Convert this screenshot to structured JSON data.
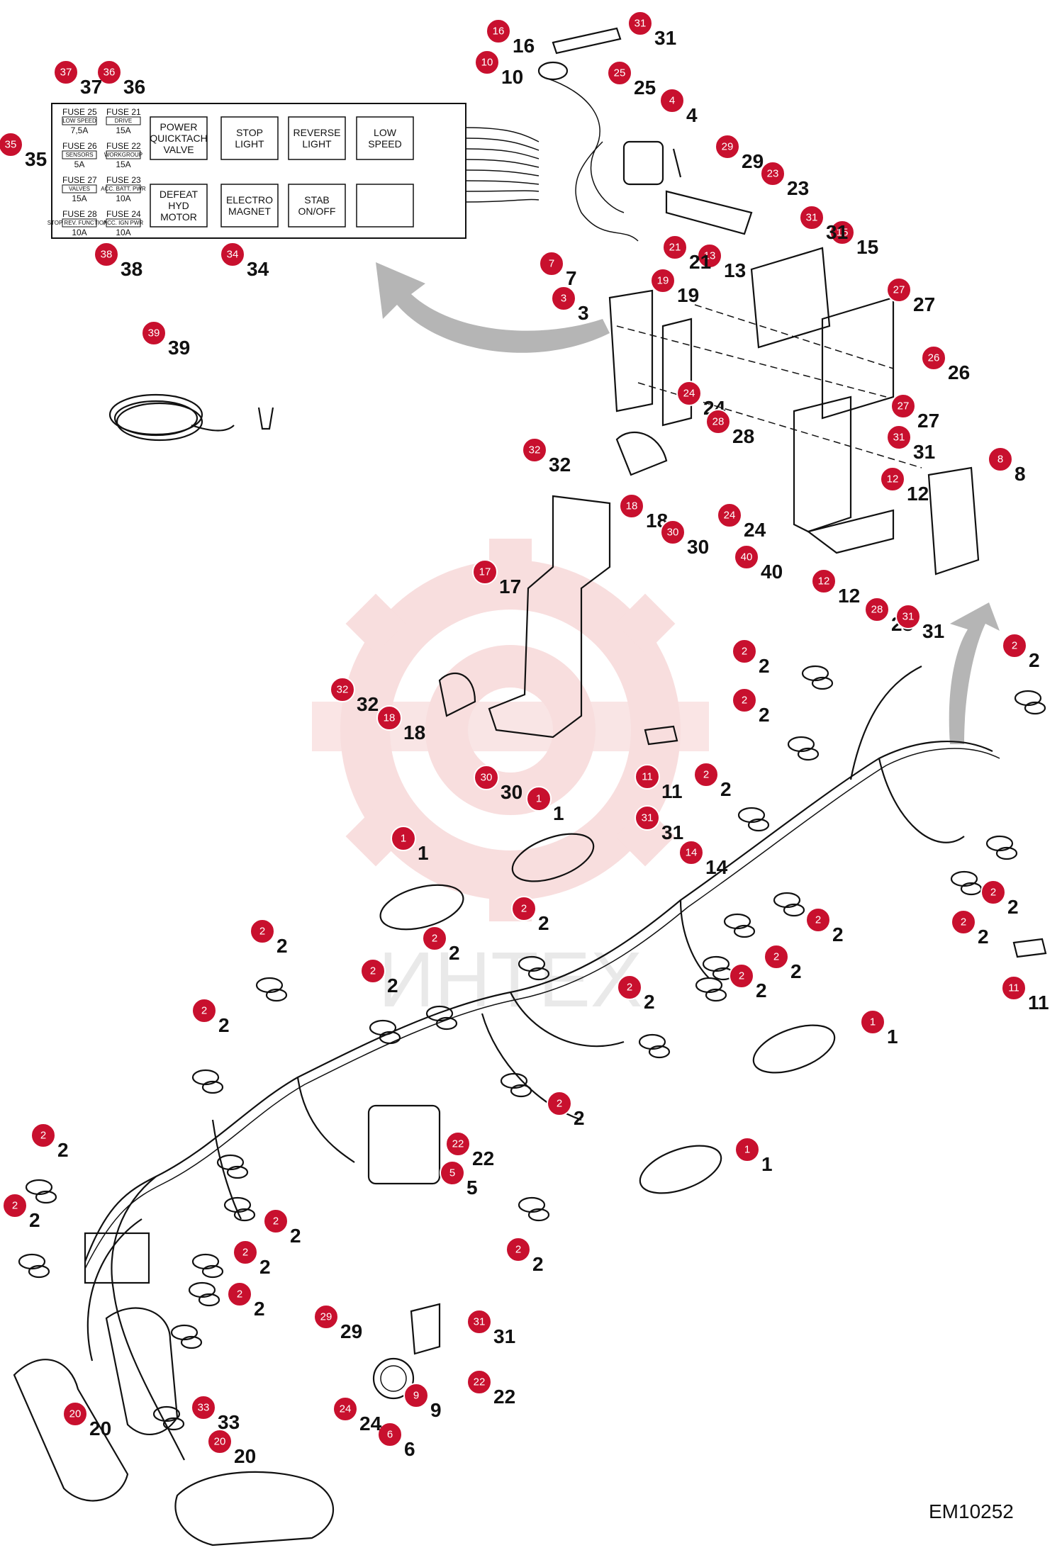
{
  "fuse_panel": {
    "fuses": [
      {
        "title": "FUSE 25",
        "tag": "LOW SPEED",
        "rating": "7,5A"
      },
      {
        "title": "FUSE 21",
        "tag": "DRIVE",
        "rating": "15A"
      },
      {
        "title": "FUSE 26",
        "tag": "SENSORS",
        "rating": "5A"
      },
      {
        "title": "FUSE 22",
        "tag": "WORKGROUP",
        "rating": "15A"
      },
      {
        "title": "FUSE 27",
        "tag": "VALVES",
        "rating": "15A"
      },
      {
        "title": "FUSE 23",
        "tag": "ACC. BATT. PWR",
        "rating": "10A"
      },
      {
        "title": "FUSE 28",
        "tag": "STOP REV. FUNCTIONS",
        "rating": "10A"
      },
      {
        "title": "FUSE 24",
        "tag": "ACC. IGN PWR",
        "rating": "10A"
      }
    ],
    "relays": [
      [
        "POWER",
        "QUICKTACH",
        "VALVE"
      ],
      [
        "STOP",
        "LIGHT"
      ],
      [
        "REVERSE",
        "LIGHT"
      ],
      [
        "LOW",
        "SPEED"
      ],
      [
        "DEFEAT",
        "HYD",
        "MOTOR"
      ],
      [
        "ELECTRO",
        "MAGNET"
      ],
      [
        "STAB",
        "ON/OFF"
      ],
      []
    ]
  },
  "callouts": [
    "1",
    "2",
    "3",
    "4",
    "5",
    "6",
    "7",
    "8",
    "9",
    "10",
    "11",
    "12",
    "13",
    "14",
    "15",
    "16",
    "17",
    "18",
    "19",
    "20",
    "21",
    "22",
    "23",
    "24",
    "25",
    "26",
    "27",
    "28",
    "29",
    "30",
    "31",
    "32",
    "33",
    "34",
    "35",
    "36",
    "37",
    "38",
    "39",
    "40"
  ],
  "watermark": "ИНТЕХ",
  "drawing_id": "EM10252",
  "colors": {
    "callout": "#c8102e",
    "watermark": "#f3c4c4",
    "arrow": "#b5b5b5"
  }
}
